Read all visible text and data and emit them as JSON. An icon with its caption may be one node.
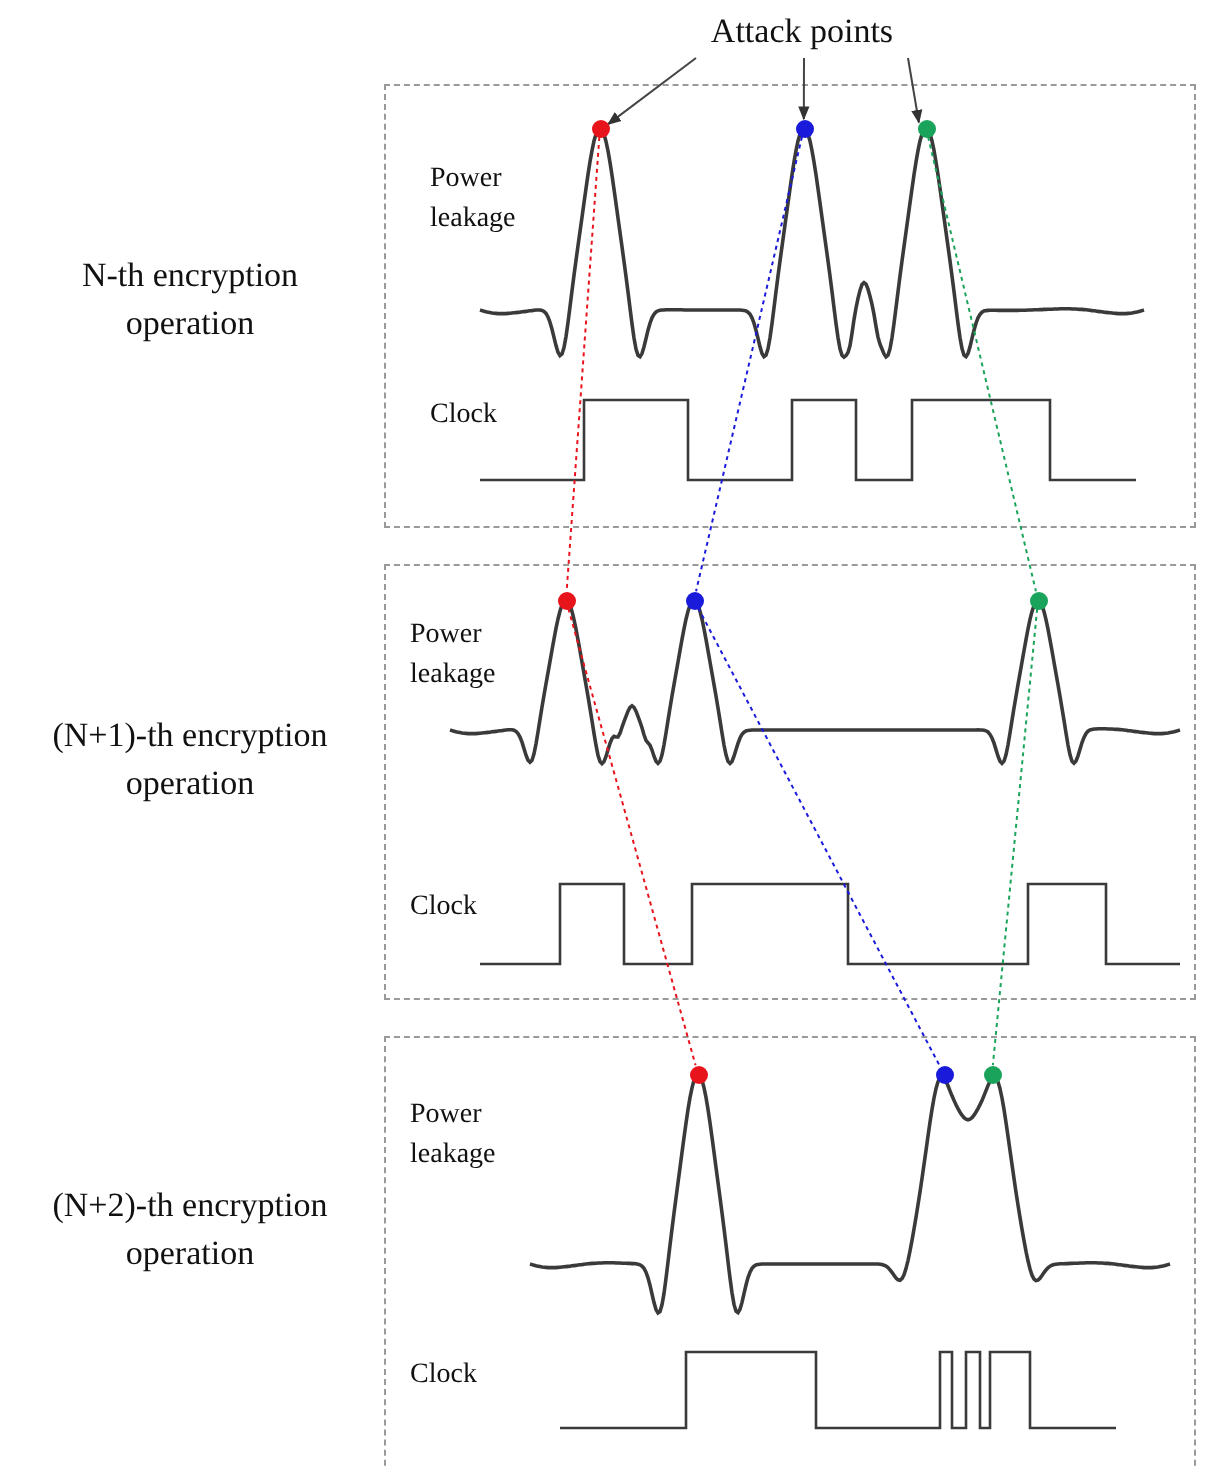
{
  "diagram": {
    "nodes": [
      {
        "text": [
          "Attack points"
        ]
      },
      {
        "text": [
          "N-th encryption operation",
          "Power leakage",
          "Clock"
        ]
      },
      {
        "text": [],
        "shape": "circle",
        "in": 1
      },
      {
        "text": [],
        "shape": "circle",
        "in": 1
      },
      {
        "text": [],
        "shape": "circle",
        "in": 1
      },
      {
        "text": [
          "(N+1)-th encryption operation",
          "Power leakage",
          "Clock"
        ]
      },
      {
        "text": [],
        "shape": "circle",
        "in": 5
      },
      {
        "text": [],
        "shape": "circle",
        "in": 5
      },
      {
        "text": [],
        "shape": "circle",
        "in": 5
      },
      {
        "text": [
          "(N+2)-th encryption operation",
          "Power leakage",
          "Clock"
        ]
      },
      {
        "text": [],
        "shape": "circle",
        "in": 9
      },
      {
        "text": [],
        "shape": "circle",
        "in": 9
      },
      {
        "text": [],
        "shape": "circle",
        "in": 9
      }
    ],
    "edges": [
      {
        "from": 0,
        "to": 2,
        "arrow": "to"
      },
      {
        "from": 0,
        "to": 3,
        "arrow": "to"
      },
      {
        "from": 0,
        "to": 4,
        "arrow": "to"
      },
      {
        "from": 2,
        "to": 6,
        "arrow": "none",
        "style": "dashed",
        "color": "#e8141c"
      },
      {
        "from": 6,
        "to": 10,
        "arrow": "none",
        "style": "dashed",
        "color": "#e8141c"
      },
      {
        "from": 3,
        "to": 7,
        "arrow": "none",
        "style": "dashed",
        "color": "#1a1adb"
      },
      {
        "from": 7,
        "to": 11,
        "arrow": "none",
        "style": "dashed",
        "color": "#1a1adb"
      },
      {
        "from": 4,
        "to": 8,
        "arrow": "none",
        "style": "dashed",
        "color": "#1aa35a"
      },
      {
        "from": 8,
        "to": 12,
        "arrow": "none",
        "style": "dashed",
        "color": "#1aa35a"
      }
    ]
  }
}
